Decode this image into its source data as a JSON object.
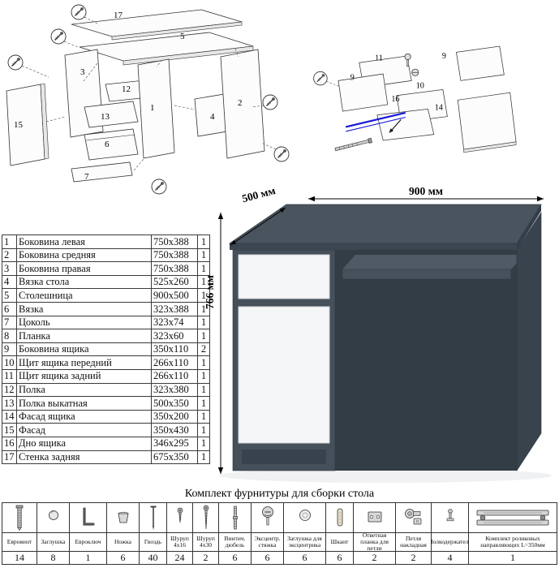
{
  "parts": [
    {
      "n": "1",
      "name": "Боковина левая",
      "size": "750x388",
      "qty": "1"
    },
    {
      "n": "2",
      "name": "Боковина средняя",
      "size": "750x388",
      "qty": "1"
    },
    {
      "n": "3",
      "name": "Боковина правая",
      "size": "750x388",
      "qty": "1"
    },
    {
      "n": "4",
      "name": "Вязка стола",
      "size": "525x260",
      "qty": "1"
    },
    {
      "n": "5",
      "name": "Столешница",
      "size": "900x500",
      "qty": "1"
    },
    {
      "n": "6",
      "name": "Вязка",
      "size": "323x388",
      "qty": "1"
    },
    {
      "n": "7",
      "name": "Цоколь",
      "size": "323x74",
      "qty": "1"
    },
    {
      "n": "8",
      "name": "Планка",
      "size": "323x60",
      "qty": "1"
    },
    {
      "n": "9",
      "name": "Боковина ящика",
      "size": "350x110",
      "qty": "2"
    },
    {
      "n": "10",
      "name": "Щит ящика передний",
      "size": "266x110",
      "qty": "1"
    },
    {
      "n": "11",
      "name": "Щит ящика задний",
      "size": "266x110",
      "qty": "1"
    },
    {
      "n": "12",
      "name": "Полка",
      "size": "323x380",
      "qty": "1"
    },
    {
      "n": "13",
      "name": "Полка выкатная",
      "size": "500x350",
      "qty": "1"
    },
    {
      "n": "14",
      "name": "Фасад ящика",
      "size": "350x200",
      "qty": "1"
    },
    {
      "n": "15",
      "name": "Фасад",
      "size": "350x430",
      "qty": "1"
    },
    {
      "n": "16",
      "name": "Дно ящика",
      "size": "346x295",
      "qty": "1"
    },
    {
      "n": "17",
      "name": "Стенка задняя",
      "size": "675x350",
      "qty": "1"
    }
  ],
  "desk": {
    "w": "900 мм",
    "d": "500 мм",
    "h": "766 мм"
  },
  "dgl": [
    "17",
    "5",
    "3",
    "15",
    "12",
    "13",
    "6",
    "1",
    "7",
    "4",
    "2"
  ],
  "dgr": [
    "11",
    "9",
    "9",
    "10",
    "16",
    "14"
  ],
  "hardware": {
    "title": "Комплект фурнитуры для сборки стола",
    "items": [
      {
        "name": "Евровинт",
        "qty": "14"
      },
      {
        "name": "Заглушка",
        "qty": "8"
      },
      {
        "name": "Евроключ",
        "qty": "1"
      },
      {
        "name": "Ножка",
        "qty": "6"
      },
      {
        "name": "Гвоздь",
        "qty": "40"
      },
      {
        "name": "Шуруп 4x16",
        "qty": "24"
      },
      {
        "name": "Шуруп 4x30",
        "qty": "2"
      },
      {
        "name": "Винтич. дюбель",
        "qty": "6"
      },
      {
        "name": "Эксцентр. стяжка",
        "qty": "6"
      },
      {
        "name": "Заглушка для эксцентрика",
        "qty": "6"
      },
      {
        "name": "Шкант",
        "qty": "6"
      },
      {
        "name": "Ответная планка для петли",
        "qty": "2"
      },
      {
        "name": "Петля накладная",
        "qty": "2"
      },
      {
        "name": "Полкодержатель",
        "qty": "4"
      },
      {
        "name": "Комплект роликовых направляющих L=350мм",
        "qty": "1"
      }
    ]
  }
}
